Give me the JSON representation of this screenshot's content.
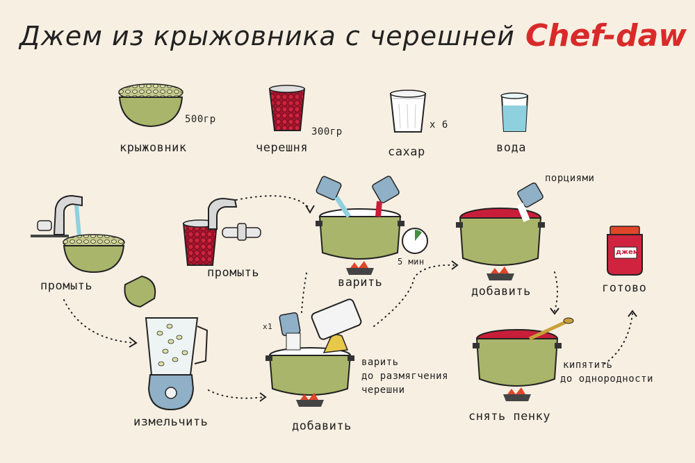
{
  "title": "Джем из крыжовника с черешней",
  "brand": "Chef-daw",
  "ingredients": {
    "gooseberry": {
      "label": "крыжовник",
      "qty": "500гр"
    },
    "cherry": {
      "label": "черешня",
      "qty": "300гр"
    },
    "sugar": {
      "label": "сахар",
      "qty": "x 6"
    },
    "water": {
      "label": "вода"
    }
  },
  "steps": {
    "wash_gooseberry": "промыть",
    "wash_cherry": "промыть",
    "chop": "измельчить",
    "add_first": "добавить",
    "add_first_count": "x1",
    "cook_soft_1": "варить",
    "cook_soft_2": "до размягчения",
    "cook_soft_3": "черешни",
    "cook": "варить",
    "cook_time": "5 мин",
    "portions": "порциями",
    "add_second": "добавить",
    "skim": "снять пенку",
    "boil_1": "кипятить",
    "boil_2": "до однородности",
    "done": "готово",
    "jar_label": "джем"
  },
  "colors": {
    "pot_green": "#a9b56a",
    "cherry_red": "#c81e3a",
    "gooseberry_green": "#c4c98a",
    "brand_red": "#d92a2a",
    "water_blue": "#8fd0df",
    "flame_red": "#e0462a"
  }
}
